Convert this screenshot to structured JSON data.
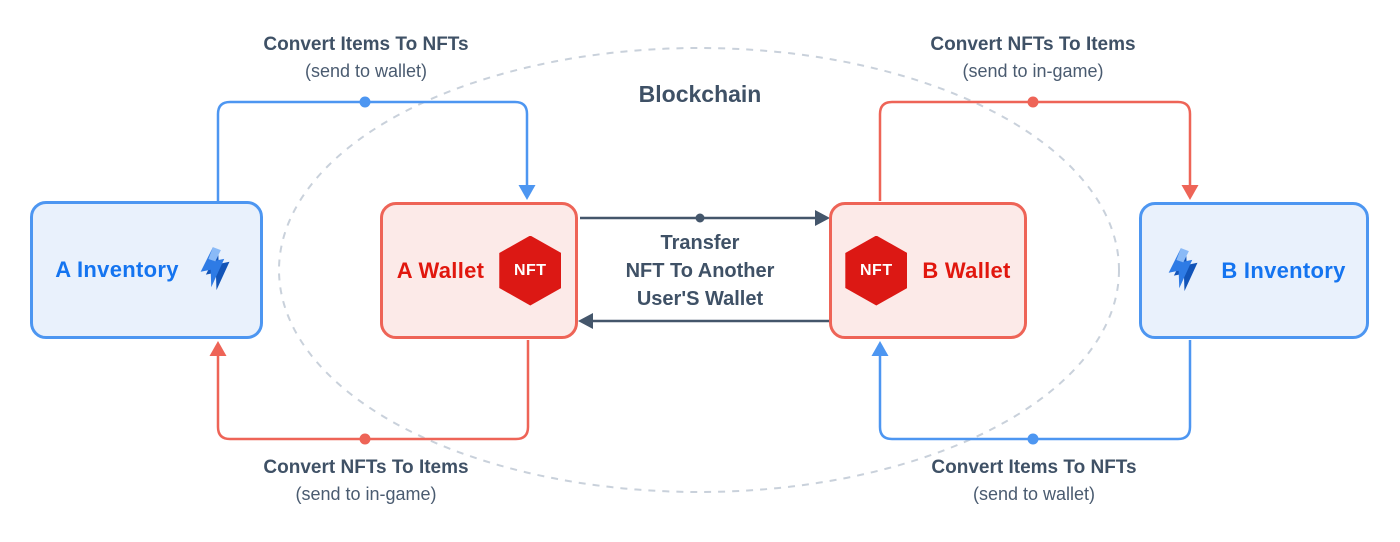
{
  "diagram": {
    "center": {
      "blockchain_label": "Blockchain",
      "transfer_line1": "Transfer",
      "transfer_line2": "NFT To Another",
      "transfer_line3": "User'S Wallet"
    },
    "nodes": {
      "a_inventory": {
        "label": "A Inventory",
        "icon": "lightning-bolt"
      },
      "a_wallet": {
        "label": "A Wallet",
        "badge": "NFT"
      },
      "b_wallet": {
        "label": "B Wallet",
        "badge": "NFT"
      },
      "b_inventory": {
        "label": "B Inventory",
        "icon": "lightning-bolt"
      }
    },
    "flow_labels": {
      "top_left": {
        "title": "Convert Items To NFTs",
        "subtitle": "(send to wallet)"
      },
      "top_right": {
        "title": "Convert NFTs To Items",
        "subtitle": "(send to in-game)"
      },
      "bottom_left": {
        "title": "Convert NFTs To Items",
        "subtitle": "(send to in-game)"
      },
      "bottom_right": {
        "title": "Convert Items To NFTs",
        "subtitle": "(send to wallet)"
      }
    },
    "colors": {
      "blue_accent": "#4D96F1",
      "blue_fill": "#E9F1FC",
      "blue_text": "#1474F0",
      "red_accent": "#EE6457",
      "red_fill": "#FCEAE8",
      "red_text": "#E1170E",
      "nft_badge_red": "#DC1814",
      "dark_slate_text": "#3F5166",
      "transfer_arrow_dark": "#44566B",
      "ellipse_dash_gray": "#C9D1DB",
      "bolt_main_blue": "#2E7BE5",
      "bolt_dark_blue": "#1254B8",
      "bolt_light_blue": "#8ABAF7"
    }
  }
}
